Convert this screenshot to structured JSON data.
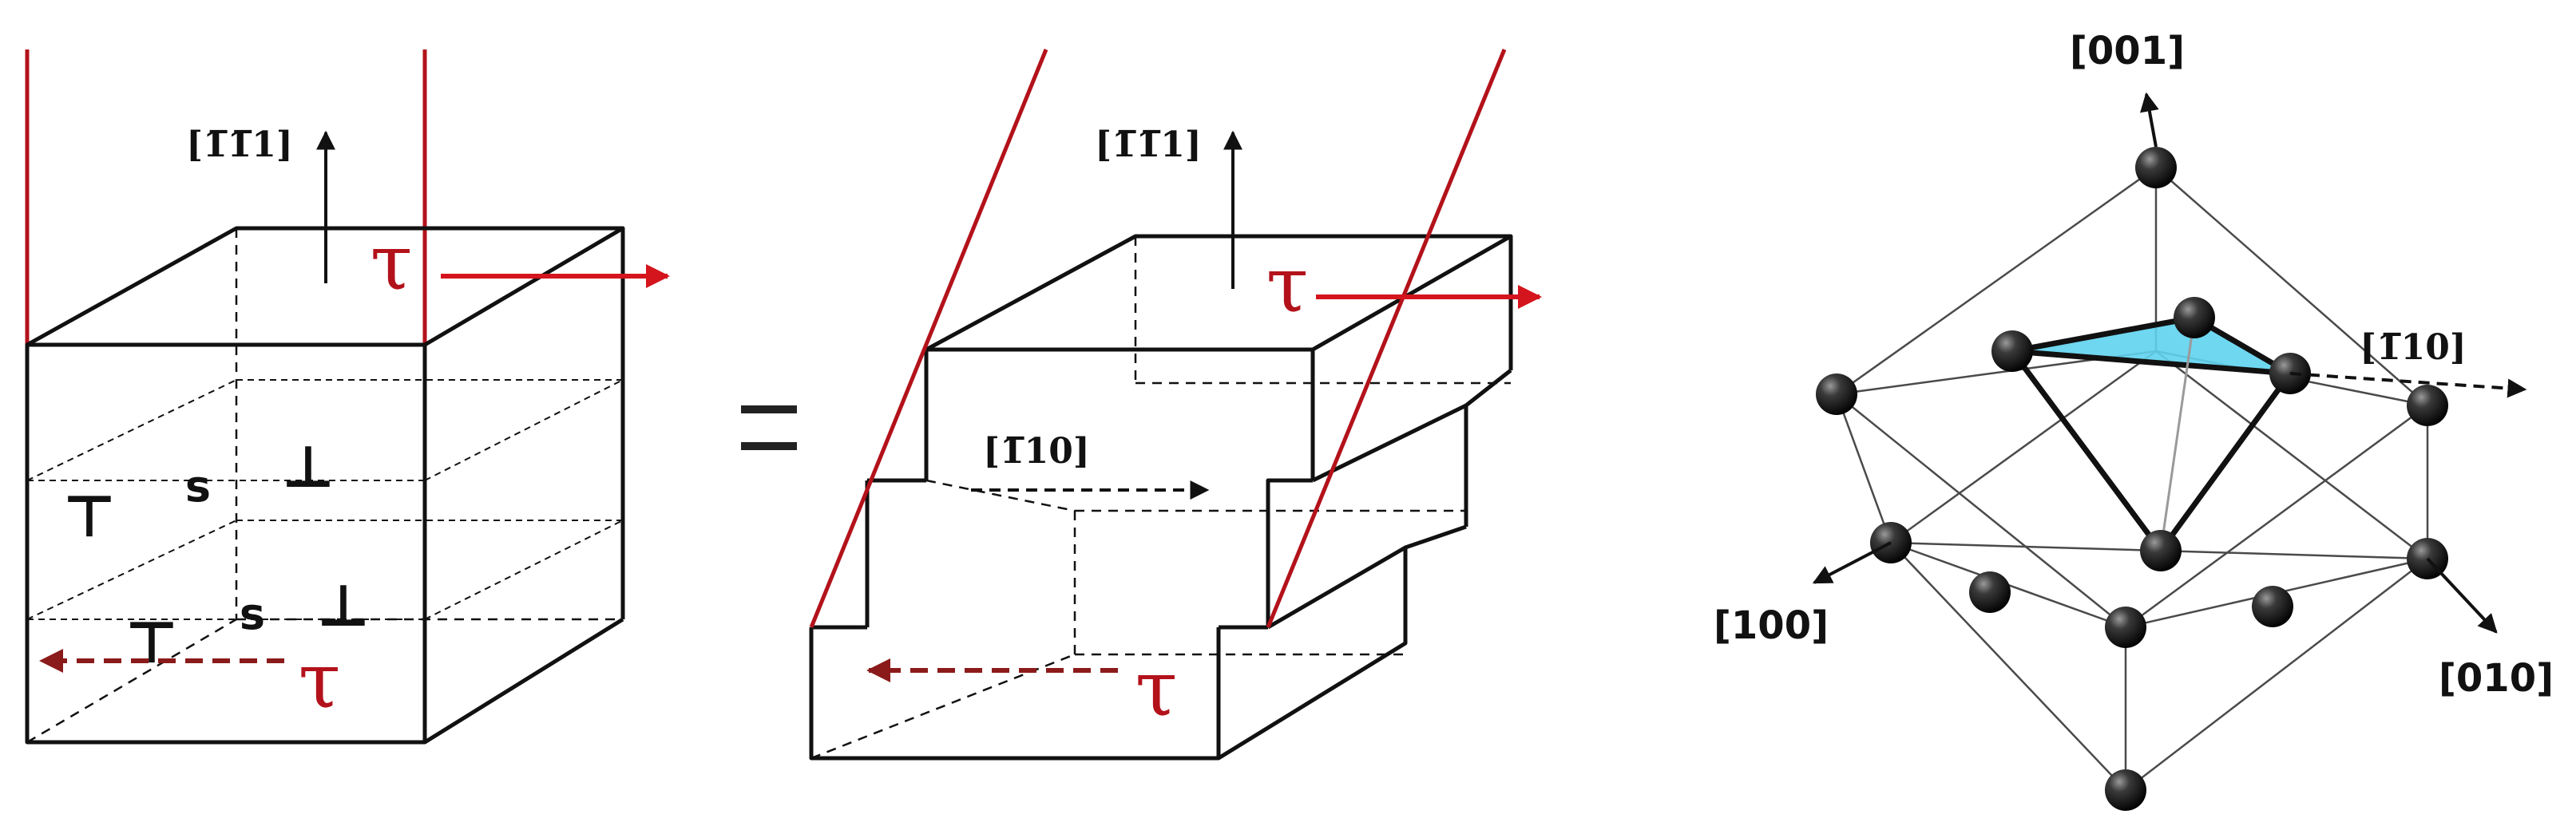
{
  "colors": {
    "line": "#111111",
    "red": "#b3121b",
    "dark_red": "#8b1a1a",
    "cyan": "#5fd3ee",
    "atom": "#1a1a1a"
  },
  "panel_left": {
    "direction_label": "[1̅1̅1]",
    "tau_top": "τ",
    "tau_bottom": "τ",
    "symbol_s_upper": "s",
    "symbol_s_lower": "s",
    "dislocation_symbol_left": "⊤",
    "dislocation_symbol_right": "⊥"
  },
  "equals_sign": "=",
  "panel_middle": {
    "direction_label": "[1̅1̅1]",
    "slip_direction_label": "[1̅10]",
    "tau_top": "τ",
    "tau_bottom": "τ"
  },
  "panel_right": {
    "axis_001": "[001]",
    "axis_100": "[100]",
    "axis_010": "[010]",
    "axis_m110": "[1̅10]"
  }
}
